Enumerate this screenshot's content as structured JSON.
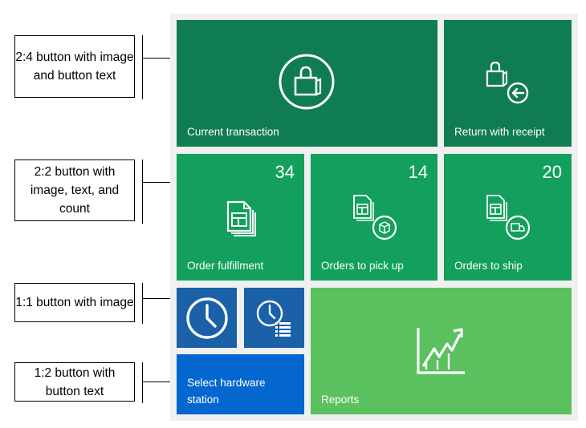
{
  "callouts": [
    {
      "text": "2:4 button with image and button text"
    },
    {
      "text": "2:2 button with image, text, and count"
    },
    {
      "text": "1:1 button with image"
    },
    {
      "text": "1:2 button with button text"
    }
  ],
  "tiles": {
    "current_transaction": {
      "label": "Current transaction",
      "color": "#107c52",
      "icon": "shopping-bag-icon"
    },
    "return_with_receipt": {
      "label": "Return with receipt",
      "color": "#107c52",
      "icon": "bag-return-icon"
    },
    "order_fulfillment": {
      "label": "Order fulfillment",
      "count": "34",
      "color": "#12a05c",
      "icon": "documents-icon"
    },
    "orders_to_pick_up": {
      "label": "Orders to pick up",
      "count": "14",
      "color": "#12a05c",
      "icon": "documents-package-icon"
    },
    "orders_to_ship": {
      "label": "Orders to ship",
      "count": "20",
      "color": "#12a05c",
      "icon": "documents-truck-icon"
    },
    "clock": {
      "color": "#1b61a8",
      "icon": "clock-icon"
    },
    "clock_list": {
      "color": "#1b61a8",
      "icon": "clock-list-icon"
    },
    "select_hardware_station": {
      "label": "Select hardware station",
      "color": "#0466cf"
    },
    "reports": {
      "label": "Reports",
      "color": "#5bc05e",
      "icon": "chart-icon"
    }
  }
}
